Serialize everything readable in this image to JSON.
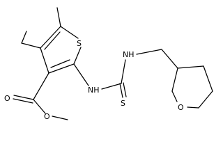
{
  "molecule": {
    "atoms": {
      "S_ring": "S",
      "O_ester_single": "O",
      "O_ester_double": "O",
      "N_left": "NH",
      "N_right": "NH",
      "S_thione": "S",
      "O_thf": "O"
    }
  }
}
